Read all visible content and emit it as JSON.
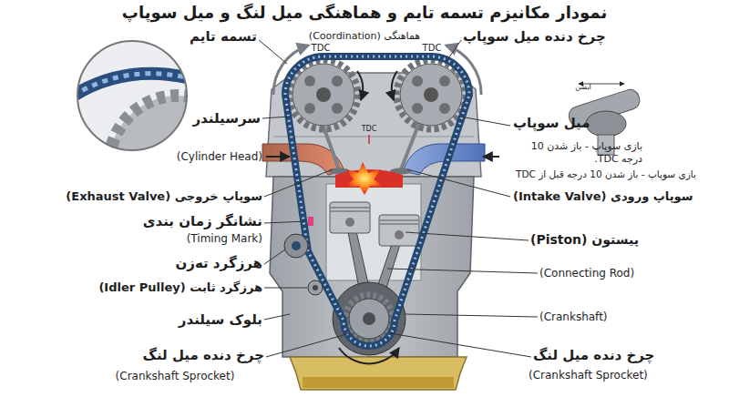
{
  "diagram": {
    "title": "نمودار مکانیزم تسمه تایم و هماهنگی میل لنگ و میل سوپاپ",
    "labels": [
      "تسمه تایم",
      "هماهنگی (Coordination)",
      "TDC",
      "TDC",
      "TDC",
      "چرخ دنده میل سوپاپ",
      "سرسیلندر",
      "(Cylinder Head)",
      "میل سوپاپ",
      "ایشن",
      "بازی سوپاپ - باز شدن 10 درجه TDC.",
      "بازی سوپاپ - باز شدن 10 درجه قبل از TDC",
      "سوپاپ خروجی (Exhaust Valve)",
      "سوپاپ ورودی (Intake Valve)",
      "نشانگر زمان بندی",
      "(Timing Mark)",
      "پیستون (Piston)",
      "هرزگرد ته‌زن",
      "هرزگرد ثابت (Idler Pulley)",
      "(Connecting Rod)",
      "بلوک سیلندر",
      "(Crankshaft)",
      "چرخ دنده میل لنگ",
      "(Crankshaft Sprocket)",
      "چرخ دنده میل لنگ",
      "(Crankshaft Sprocket)"
    ]
  }
}
